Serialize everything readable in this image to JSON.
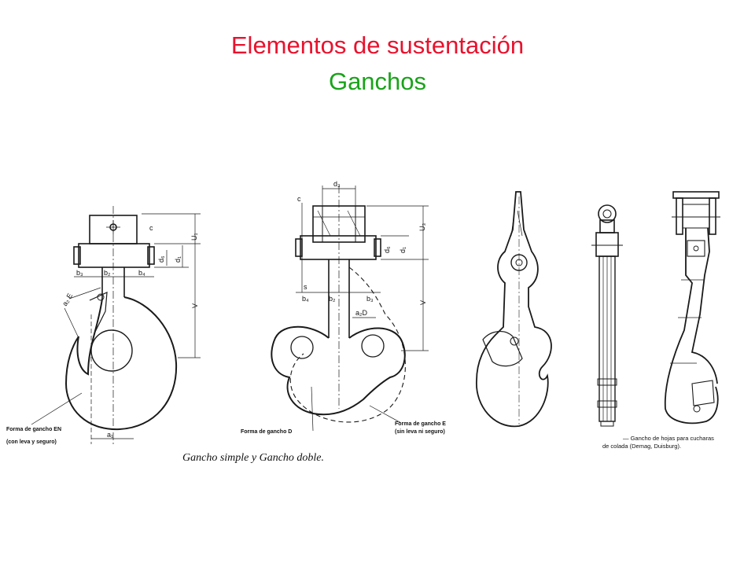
{
  "slide": {
    "title": "Elementos de sustentación",
    "subtitle": "Ganchos",
    "colors": {
      "title": "#e8122d",
      "subtitle": "#19a319"
    }
  },
  "figure": {
    "caption": "Gancho simple y Gancho doble.",
    "hook_en_label_1": "Forma de gancho EN",
    "hook_en_label_2": "(con leva y seguro)",
    "hook_d_label": "Forma de gancho D",
    "hook_e_label_1": "Forma de gancho E",
    "hook_e_label_2": "(sin leva ni seguro)",
    "ladle_caption_1": "— Gancho de hojas para cucharas",
    "ladle_caption_2": "de colada (Demag, Duisburg).",
    "dims_simple": {
      "c": "c",
      "u1": "U₁",
      "d6": "d₆",
      "d1": "d₁",
      "b3": "b₃",
      "b2": "b₂",
      "b4": "b₄",
      "a2e": "a₂ E",
      "v": "V",
      "a1": "a₁"
    },
    "dims_double": {
      "d3": "d₃",
      "c": "c",
      "u3": "U₃",
      "d6": "d₆",
      "d1": "d₁",
      "s": "s",
      "b4": "b₄",
      "b2": "b₂",
      "b3": "b₃",
      "a2d": "a₂D",
      "v": "V"
    }
  }
}
